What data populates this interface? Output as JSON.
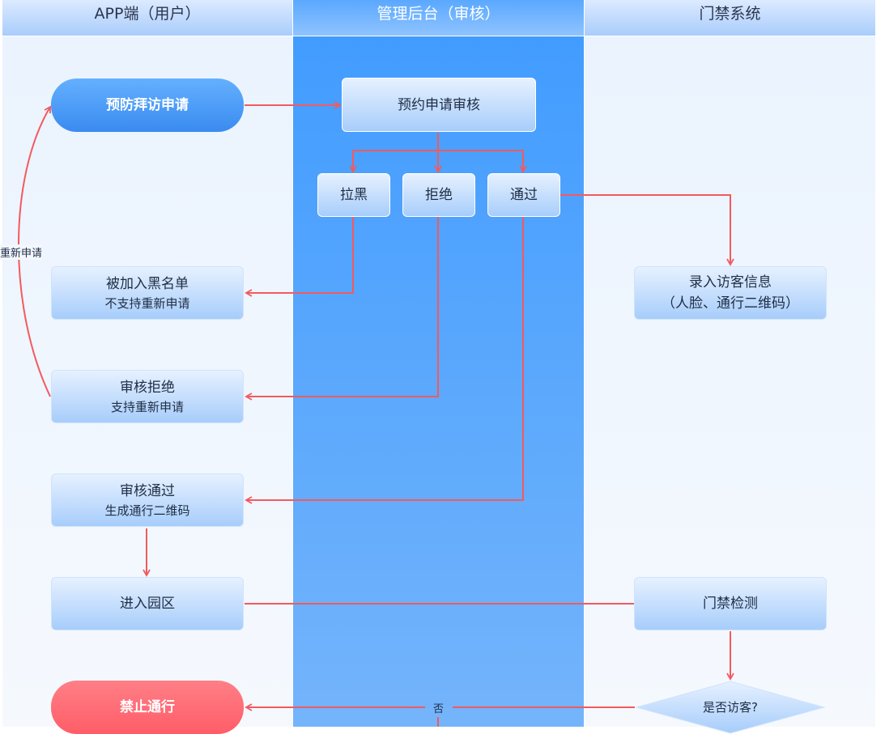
{
  "lanes": {
    "app": "APP端（用户）",
    "admin": "管理后台（审核）",
    "gate": "门禁系统"
  },
  "nodes": {
    "apply": "预防拜访申请",
    "review": "预约申请审核",
    "blacklist": "拉黑",
    "reject": "拒绝",
    "approve": "通过",
    "blacklisted_title": "被加入黑名单",
    "blacklisted_sub": "不支持重新申请",
    "rejected_title": "审核拒绝",
    "rejected_sub": "支持重新申请",
    "approved_title": "审核通过",
    "approved_sub": "生成通行二维码",
    "enter_park": "进入园区",
    "record_title": "录入访客信息",
    "record_sub": "（人脸、通行二维码）",
    "gate_check": "门禁检测",
    "is_visitor": "是否访客?",
    "forbid": "禁止通行"
  },
  "edge_labels": {
    "reapply": "重新申请",
    "no": "否"
  },
  "colors": {
    "edge": "#f25a5f",
    "admin_lane": "#4a9fff",
    "side_lane": "#eef5fe"
  }
}
